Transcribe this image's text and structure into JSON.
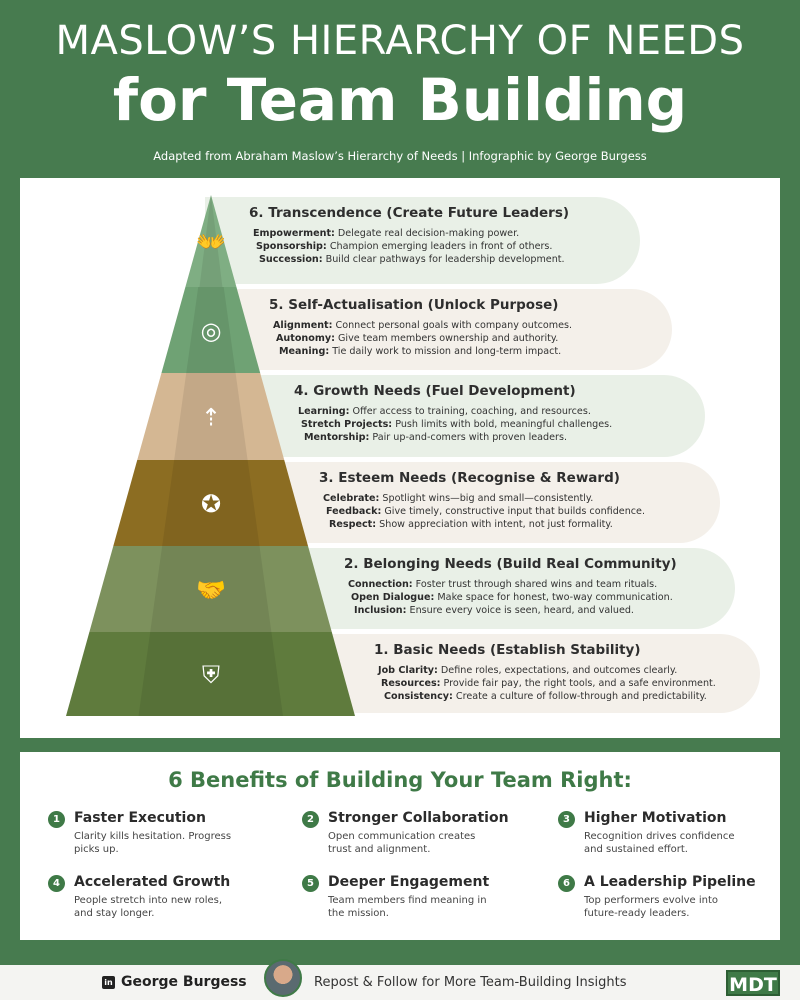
{
  "header": {
    "title_line1": "MASLOW’S HIERARCHY OF NEEDS",
    "title_line2": "for Team Building",
    "subtitle": "Adapted from Abraham Maslow’s Hierarchy of Needs | Infographic by George Burgess"
  },
  "tiers": [
    {
      "title": "6. Transcendence (Create Future Leaders)",
      "icon": "hands-person-icon",
      "color": "#7fae83",
      "items": [
        {
          "k": "Empowerment:",
          "v": " Delegate real decision-making power."
        },
        {
          "k": "Sponsorship:",
          "v": " Champion emerging leaders in front of others."
        },
        {
          "k": "Succession:",
          "v": " Build clear pathways for leadership development."
        }
      ]
    },
    {
      "title": "5. Self-Actualisation (Unlock Purpose)",
      "icon": "meditation-icon",
      "color": "#6fa274",
      "items": [
        {
          "k": "Alignment:",
          "v": " Connect personal goals with company outcomes."
        },
        {
          "k": "Autonomy:",
          "v": " Give team members ownership and authority."
        },
        {
          "k": "Meaning:",
          "v": " Tie daily work to mission and long-term impact."
        }
      ]
    },
    {
      "title": "4. Growth Needs (Fuel Development)",
      "icon": "growth-plant-icon",
      "color": "#d4b793",
      "items": [
        {
          "k": "Learning:",
          "v": " Offer access to training, coaching, and resources."
        },
        {
          "k": "Stretch Projects:",
          "v": " Push limits with bold, meaningful challenges."
        },
        {
          "k": "Mentorship:",
          "v": " Pair up-and-comers with proven leaders."
        }
      ]
    },
    {
      "title": "3. Esteem Needs (Recognise & Reward)",
      "icon": "award-hand-icon",
      "color": "#8c6d22",
      "items": [
        {
          "k": "Celebrate:",
          "v": " Spotlight wins—big and small—consistently."
        },
        {
          "k": "Feedback:",
          "v": " Give timely, constructive input that builds confidence."
        },
        {
          "k": "Respect:",
          "v": " Show appreciation with intent, not just formality."
        }
      ]
    },
    {
      "title": "2. Belonging Needs (Build Real Community)",
      "icon": "handshake-icon",
      "color": "#7d915d",
      "items": [
        {
          "k": "Connection:",
          "v": " Foster trust through shared wins and team rituals."
        },
        {
          "k": "Open Dialogue:",
          "v": " Make space for honest, two-way communication."
        },
        {
          "k": "Inclusion:",
          "v": " Ensure every voice is seen, heard, and valued."
        }
      ]
    },
    {
      "title": "1. Basic Needs (Establish Stability)",
      "icon": "shield-check-icon",
      "color": "#5f7b3d",
      "items": [
        {
          "k": "Job Clarity:",
          "v": " Define roles, expectations, and outcomes clearly."
        },
        {
          "k": "Resources:",
          "v": " Provide fair pay, the right tools, and a safe environment."
        },
        {
          "k": "Consistency:",
          "v": " Create a culture of follow-through and predictability."
        }
      ]
    }
  ],
  "benefits": {
    "heading": "6 Benefits of Building Your Team Right:",
    "items": [
      {
        "n": "1",
        "title": "Faster Execution",
        "text": "Clarity kills hesitation. Progress picks up."
      },
      {
        "n": "2",
        "title": "Stronger Collaboration",
        "text": "Open communication creates trust and alignment."
      },
      {
        "n": "3",
        "title": "Higher Motivation",
        "text": "Recognition drives confidence and sustained effort."
      },
      {
        "n": "4",
        "title": "Accelerated Growth",
        "text": "People stretch into new roles, and stay longer."
      },
      {
        "n": "5",
        "title": "Deeper Engagement",
        "text": "Team members find meaning in the mission."
      },
      {
        "n": "6",
        "title": "A Leadership Pipeline",
        "text": "Top performers evolve into future-ready leaders."
      }
    ]
  },
  "footer": {
    "name": "George Burgess",
    "cta": "Repost & Follow for More Team-Building Insights",
    "logo": "MDT"
  }
}
